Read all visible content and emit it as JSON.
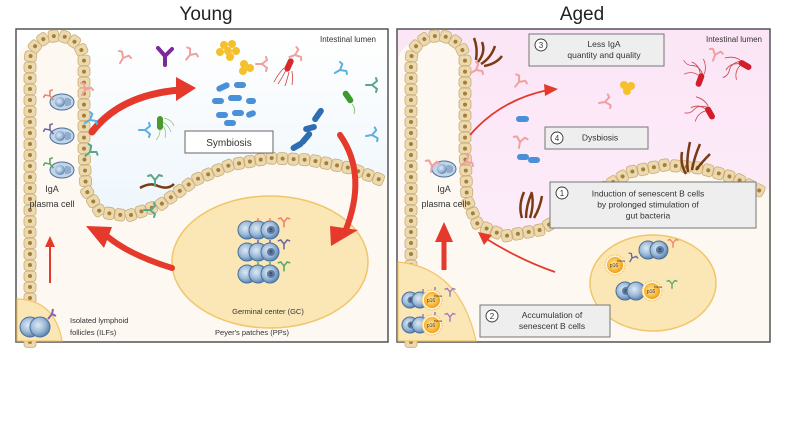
{
  "panels": {
    "young": {
      "title": "Young",
      "lumen_label": "Intestinal lumen",
      "symbiosis_label": "Symbiosis",
      "plasma_cell_label": [
        "IgA",
        "plasma cell"
      ],
      "gc_label": "Germinal center (GC)",
      "pp_label": "Peyer's patches (PPs)",
      "ilf_label": [
        "Isolated lymphoid",
        "follicles (ILFs)"
      ],
      "cell_marker": "B"
    },
    "aged": {
      "title": "Aged",
      "lumen_label": "Intestinal lumen",
      "plasma_cell_label": [
        "IgA",
        "plasma cell"
      ],
      "cell_marker": "B",
      "senescent_marker": "p16",
      "senescent_marker_sup": "INK4a",
      "steps": [
        {
          "number": "1",
          "lines": [
            "Induction of senescent B cells",
            "by prolonged stimulation of",
            "gut bacteria"
          ]
        },
        {
          "number": "2",
          "lines": [
            "Accumulation of",
            "senescent B cells"
          ]
        },
        {
          "number": "3",
          "lines": [
            "Less IgA",
            "quantity and quality"
          ]
        },
        {
          "number": "4",
          "lines": [
            "Dysbiosis"
          ]
        }
      ]
    }
  },
  "colors": {
    "young_lumen": "#eef6fc",
    "aged_lumen": "#fbe9f7",
    "tissue": "#fdf8f2",
    "epithelium": "#ecd9b0",
    "epithelium_stroke": "#c9ad74",
    "nucleus": "#a47f3a",
    "follicle": "#fbe7b5",
    "follicle_stroke": "#f1c56a",
    "arrow": "#e4392b",
    "b_cell": "#7fa5c9",
    "senescent": "#f5a623"
  }
}
